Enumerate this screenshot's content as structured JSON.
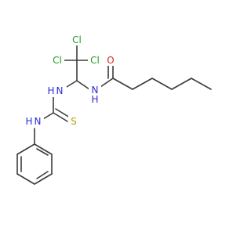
{
  "molecule": {
    "atoms": {
      "cl_top": {
        "label": "Cl",
        "color": "#22a022"
      },
      "cl_left": {
        "label": "Cl",
        "color": "#22a022"
      },
      "cl_right": {
        "label": "Cl",
        "color": "#22a022"
      },
      "o": {
        "label": "O",
        "color": "#e02020"
      },
      "nh_amide": {
        "label": "N",
        "h_label": "H",
        "color": "#2b2bd8"
      },
      "nh_thio": {
        "label": "N",
        "h_label": "H",
        "color": "#2b2bd8"
      },
      "nh_anilino": {
        "label": "N",
        "h_label": "H",
        "color": "#2b2bd8"
      },
      "s": {
        "label": "S",
        "color": "#b8a000"
      }
    }
  }
}
